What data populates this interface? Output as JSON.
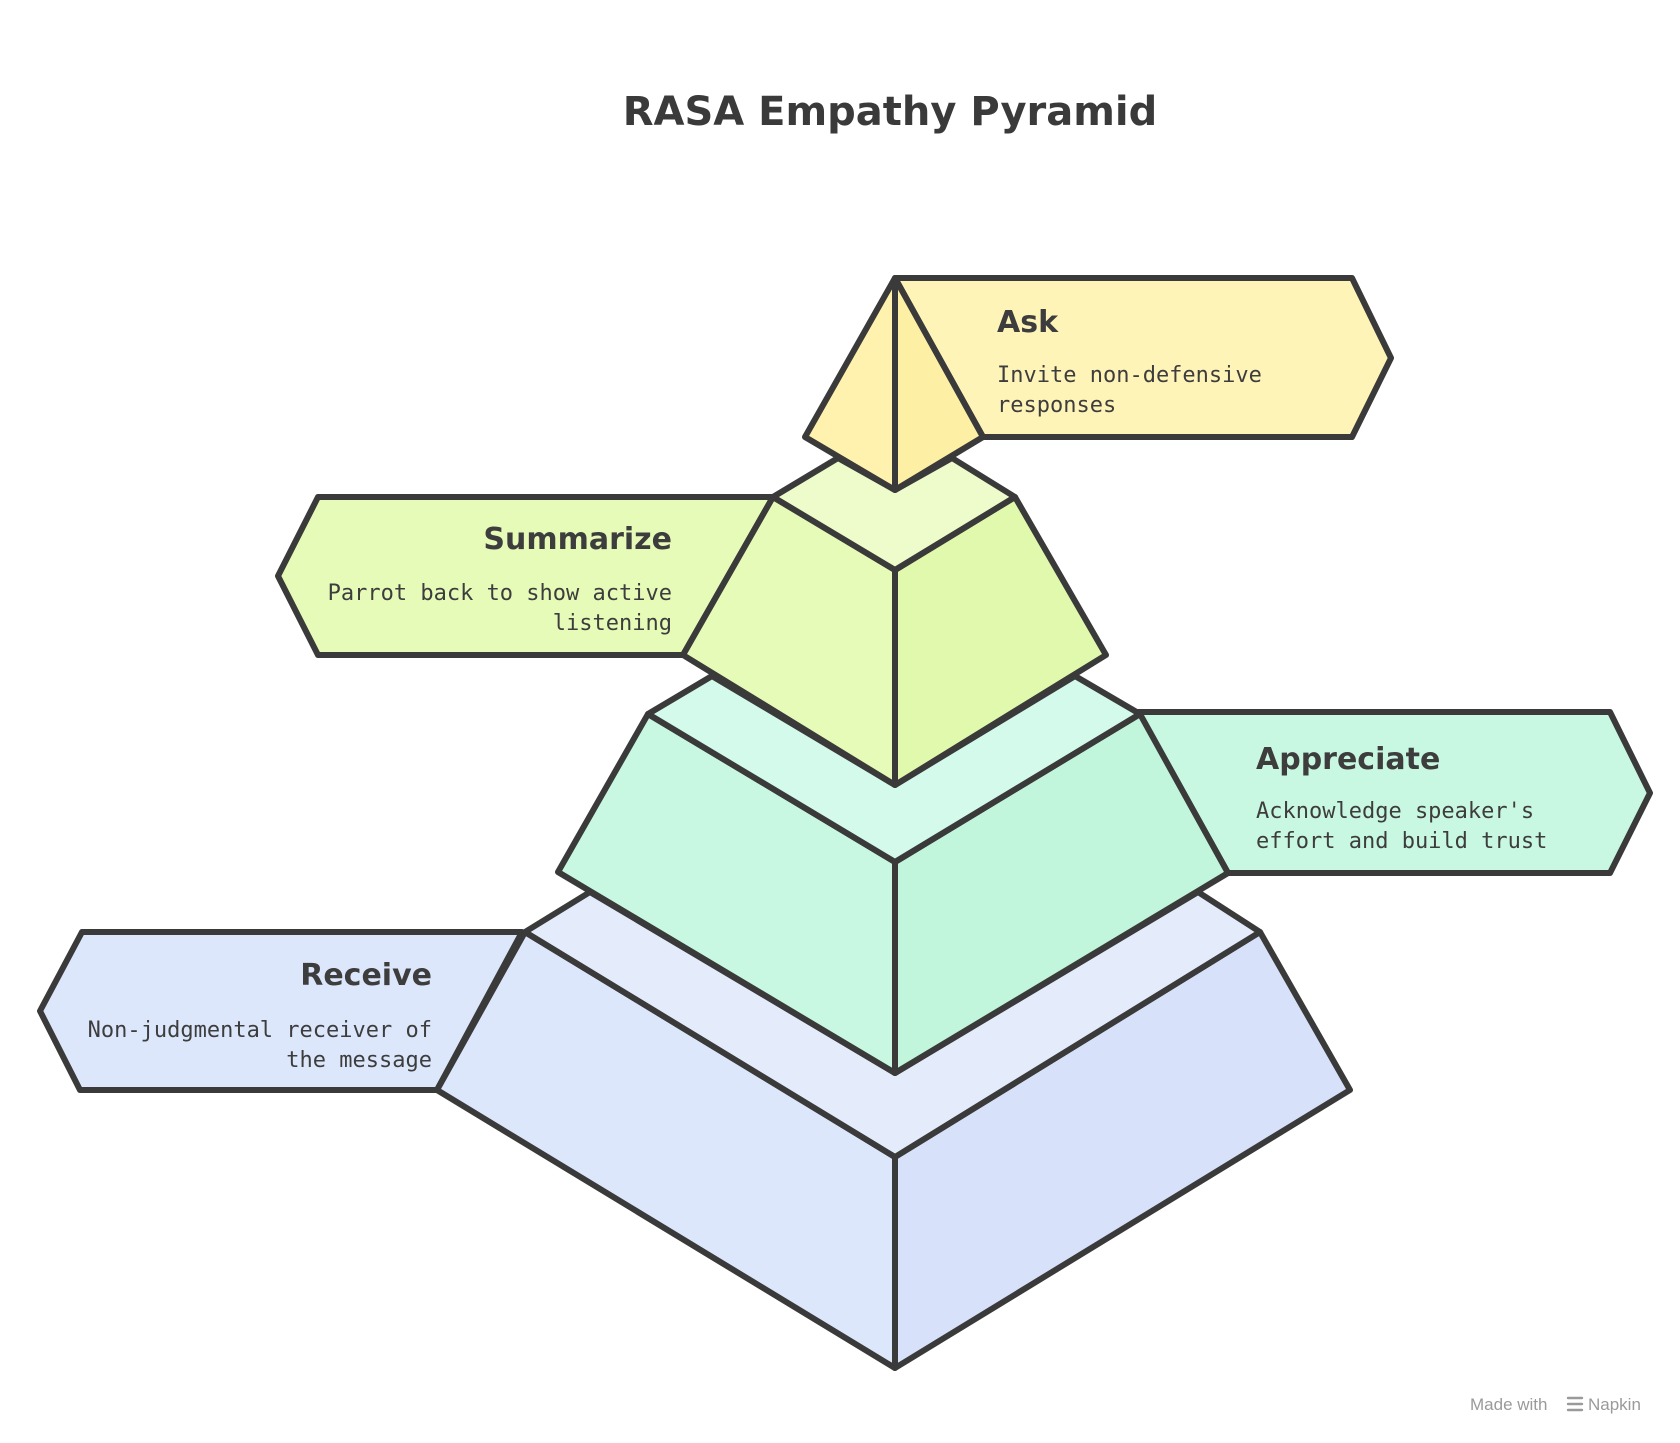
{
  "title": "RASA Empathy Pyramid",
  "tiers": [
    {
      "key": "ask",
      "title": "Ask",
      "desc_lines": [
        "Invite non-defensive",
        "responses"
      ],
      "color": "#fff4b8",
      "shade": "#fbeb9a"
    },
    {
      "key": "summarize",
      "title": "Summarize",
      "desc_lines": [
        "Parrot back to show active",
        "listening"
      ],
      "color": "#e7fbb8",
      "shade": "#d6f39a"
    },
    {
      "key": "appreciate",
      "title": "Appreciate",
      "desc_lines": [
        "Acknowledge speaker's",
        "effort and build trust"
      ],
      "color": "#c9f8e2",
      "shade": "#b0f0d2"
    },
    {
      "key": "receive",
      "title": "Receive",
      "desc_lines": [
        "Non-judgmental receiver of",
        "the message"
      ],
      "color": "#dde7fb",
      "shade": "#cddbf7"
    }
  ],
  "footer": {
    "made_with": "Made with",
    "brand": "Napkin"
  }
}
